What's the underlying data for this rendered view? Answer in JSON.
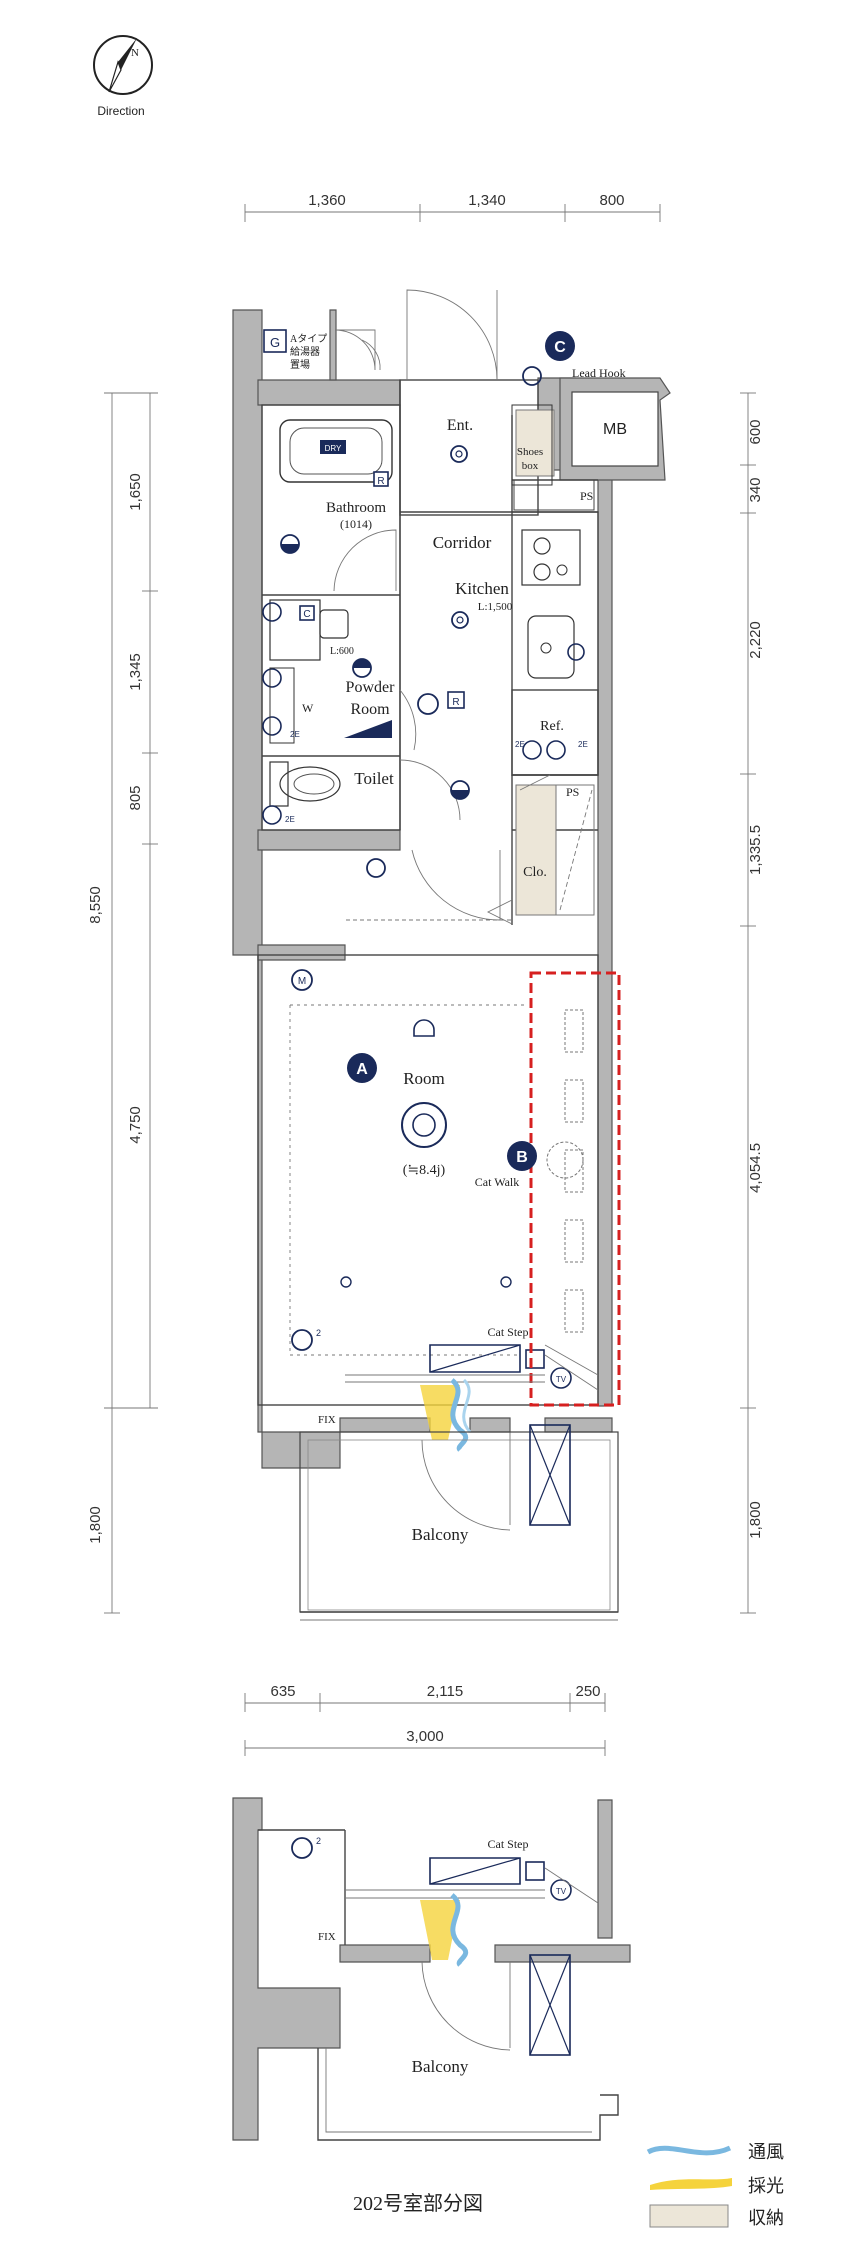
{
  "compass": {
    "label": "Direction"
  },
  "dimensions": {
    "top": [
      "1,360",
      "1,340",
      "800"
    ],
    "left": [
      "8,550",
      "1,650",
      "1,345",
      "805",
      "4,750",
      "1,800"
    ],
    "right": [
      "600",
      "340",
      "2,220",
      "1,335.5",
      "4,054.5",
      "1,800"
    ],
    "bottom": [
      "635",
      "2,115",
      "250"
    ],
    "bottom_total": "3,000"
  },
  "badges": {
    "a": "A",
    "b": "B",
    "c": "C"
  },
  "labels": {
    "water_heater": [
      "Aタイプ",
      "給湯器",
      "置場"
    ],
    "lead_hook": "Lead Hook",
    "mb": "MB",
    "ent": "Ent.",
    "shoes_box": [
      "Shoes",
      "box"
    ],
    "ps": "PS",
    "bathroom": "Bathroom",
    "bathroom_size": "(1014)",
    "corridor": "Corridor",
    "kitchen": "Kitchen",
    "kitchen_size": "L:1,500",
    "l600": "L:600",
    "powder_room": [
      "Powder",
      "Room"
    ],
    "w": "W",
    "ref": "Ref.",
    "toilet": "Toilet",
    "clo": "Clo.",
    "room": "Room",
    "room_area": "(≒8.4j)",
    "cat_walk": "Cat Walk",
    "cat_step": "Cat Step",
    "fix": "FIX",
    "balcony": "Balcony"
  },
  "partial_plan": {
    "caption": "202号室部分図"
  },
  "legend": [
    {
      "label": "通風",
      "color": "#7ab8e0"
    },
    {
      "label": "採光",
      "color": "#f5d33c"
    },
    {
      "label": "収納",
      "color": "#ece6d8"
    }
  ],
  "colors": {
    "highlight": "#d62020",
    "fixture": "#1a2a5a",
    "wall": "#b5b5b5"
  }
}
